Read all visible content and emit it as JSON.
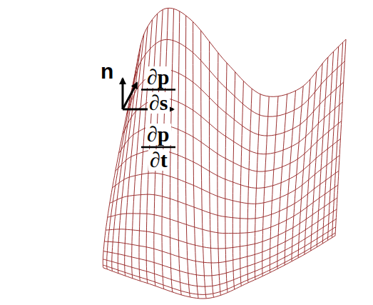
{
  "diagram": {
    "labels": [
      "n",
      "∂p",
      "∂s",
      "∂p",
      "∂t"
    ]
  }
}
